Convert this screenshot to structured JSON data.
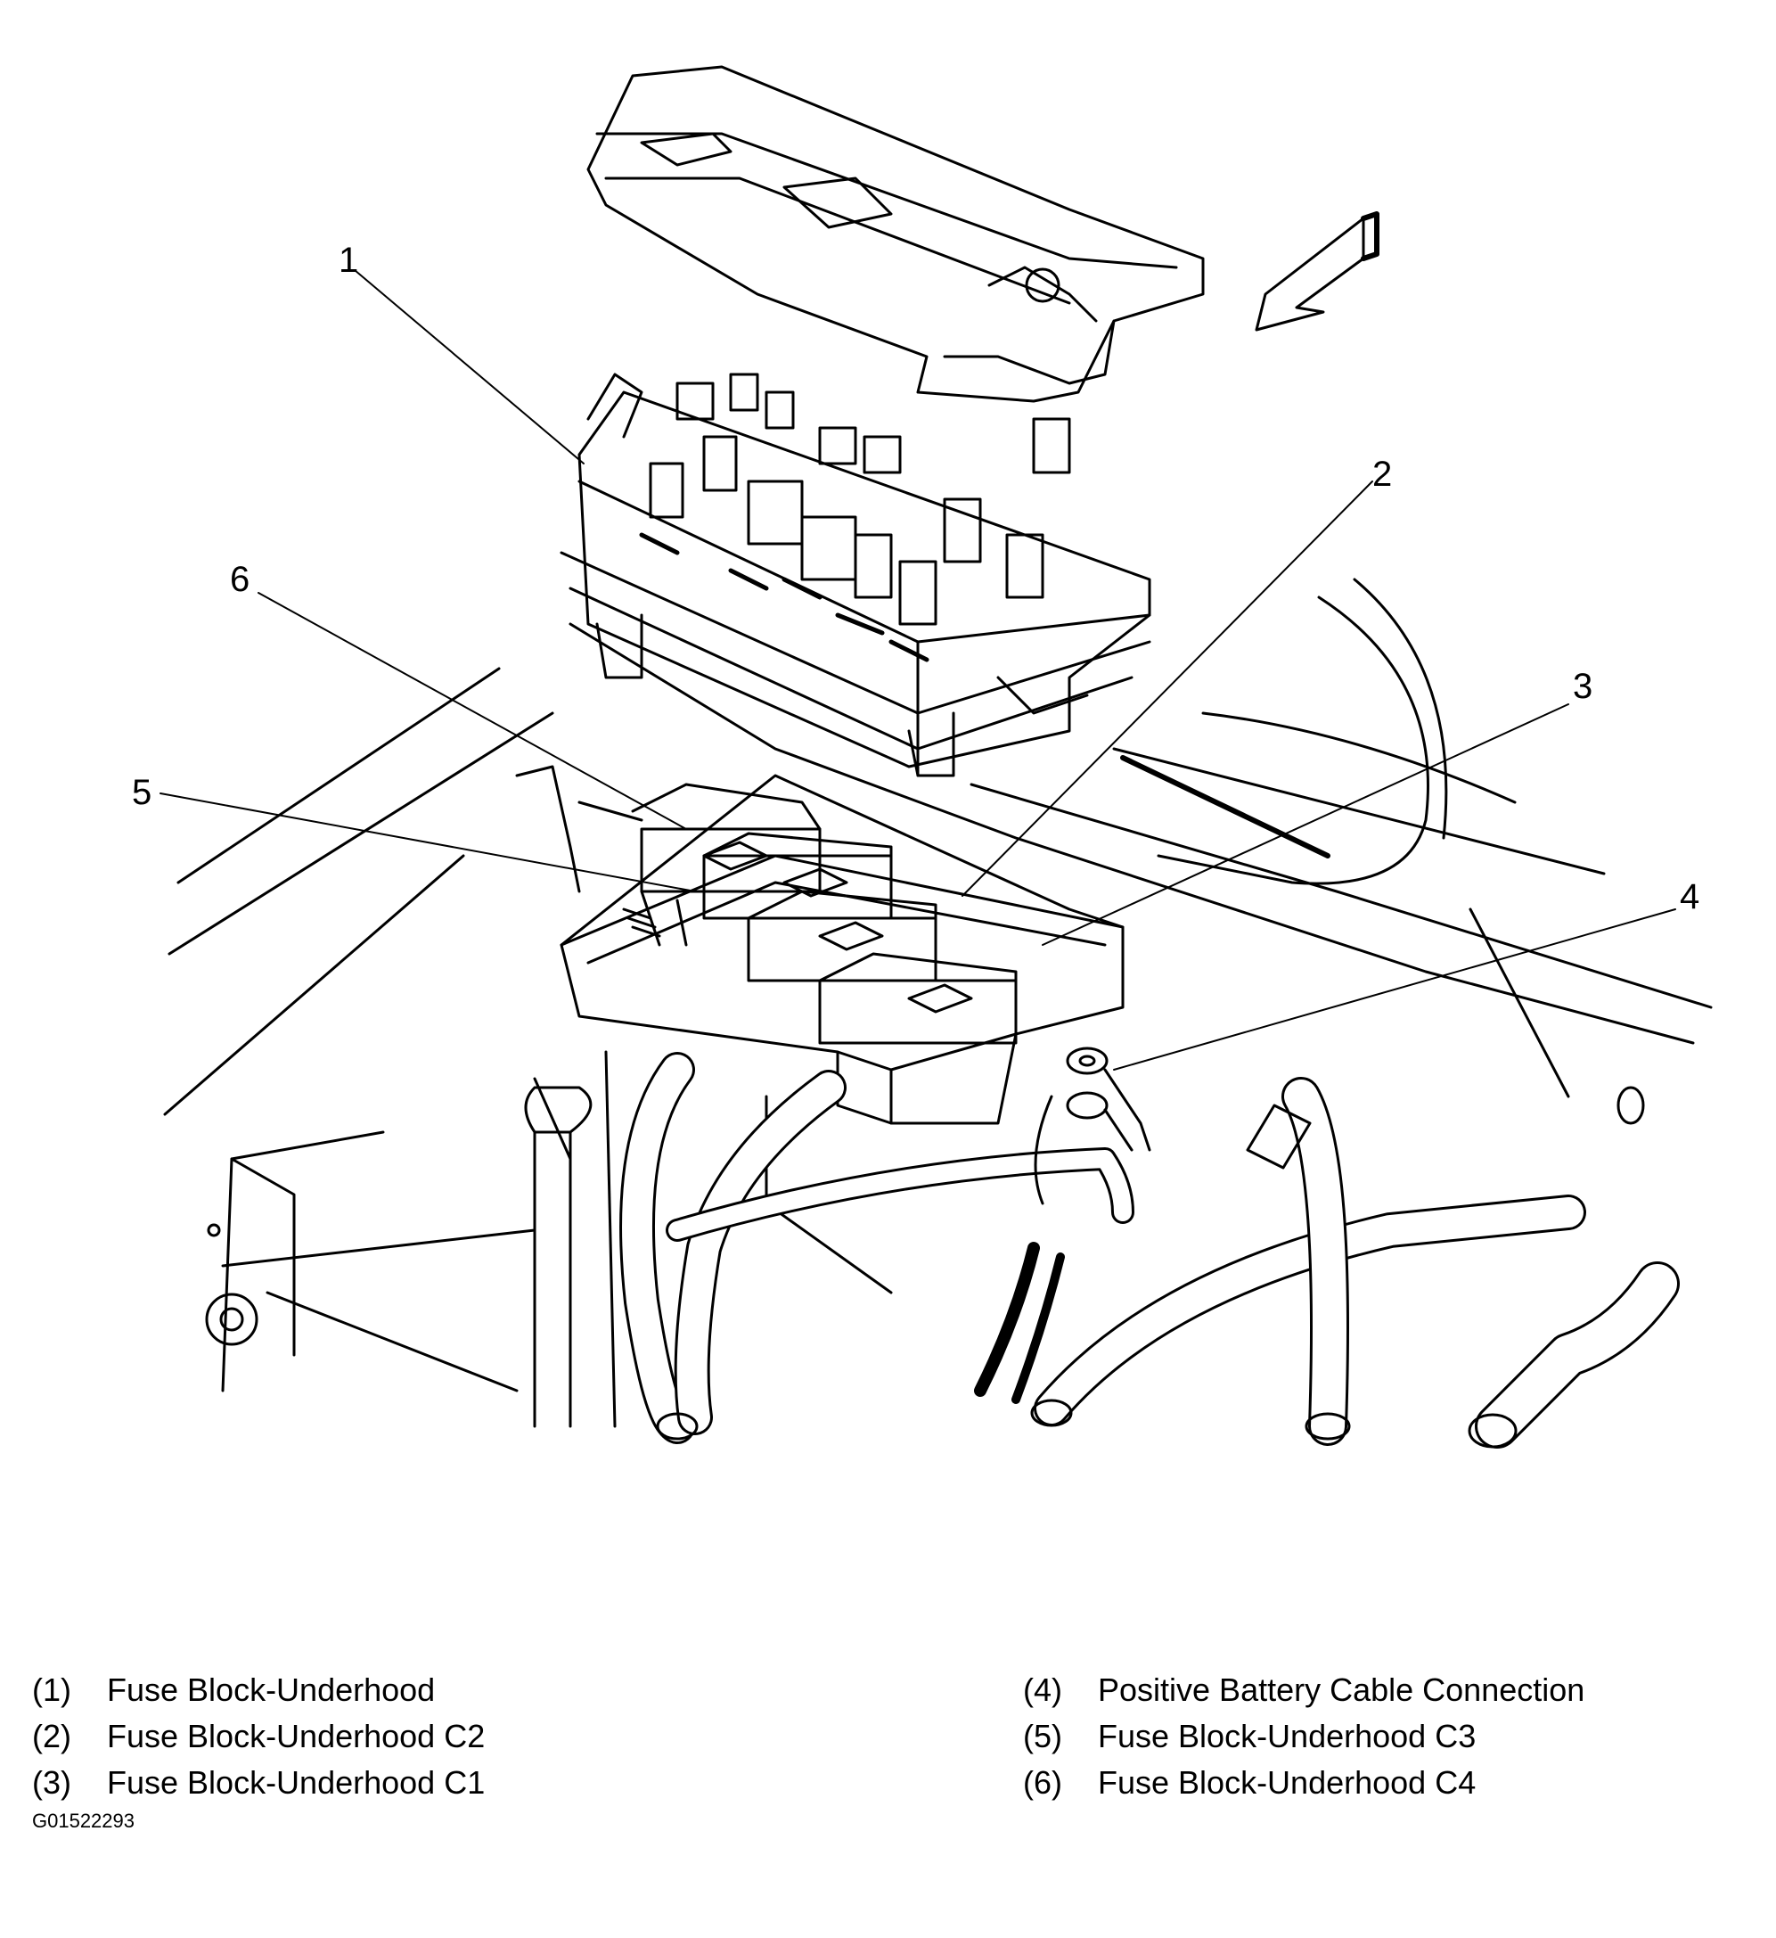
{
  "callouts": [
    "1",
    "2",
    "3",
    "4",
    "5",
    "6"
  ],
  "legend": {
    "left": [
      {
        "num": "(1)",
        "label": "Fuse Block-Underhood"
      },
      {
        "num": "(2)",
        "label": "Fuse Block-Underhood C2"
      },
      {
        "num": "(3)",
        "label": "Fuse Block-Underhood C1"
      }
    ],
    "right": [
      {
        "num": "(4)",
        "label": "Positive Battery Cable Connection"
      },
      {
        "num": "(5)",
        "label": "Fuse Block-Underhood C3"
      },
      {
        "num": "(6)",
        "label": "Fuse Block-Underhood C4"
      }
    ]
  },
  "figure_id": "G01522293",
  "colors": {
    "ink": "#000000",
    "paper": "#ffffff"
  }
}
